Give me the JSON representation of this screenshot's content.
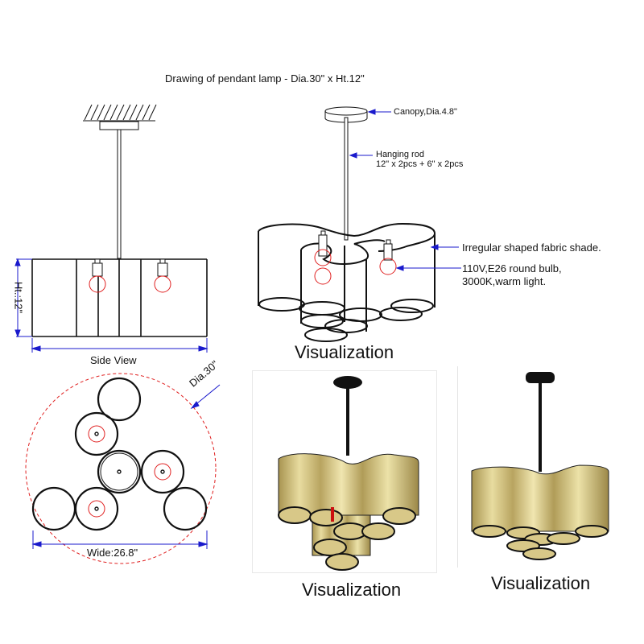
{
  "title": "Drawing of pendant lamp - Dia.30\" x Ht.12\"",
  "side_view": {
    "caption": "Side View",
    "height_label": "Ht.:12\""
  },
  "perspective": {
    "canopy_label": "Canopy,Dia.4.8\"",
    "rod_label_line1": "Hanging rod",
    "rod_label_line2": "12\" x 2pcs + 6\" x 2pcs",
    "shade_label": "Irregular shaped fabric shade.",
    "bulb_label_line1": "110V,E26 round bulb,",
    "bulb_label_line2": "3000K,warm light.",
    "caption": "Visualization"
  },
  "top_view": {
    "diameter_label": "Dia.30\"",
    "width_label": "Wide:26.8\""
  },
  "render_1": {
    "caption": "Visualization"
  },
  "render_2": {
    "caption": "Visualization"
  },
  "colors": {
    "line": "#111111",
    "dimension": "#1a1acc",
    "bulb": "#e02020",
    "shade_gold": "#c8b46a",
    "canopy_black": "#111111"
  }
}
